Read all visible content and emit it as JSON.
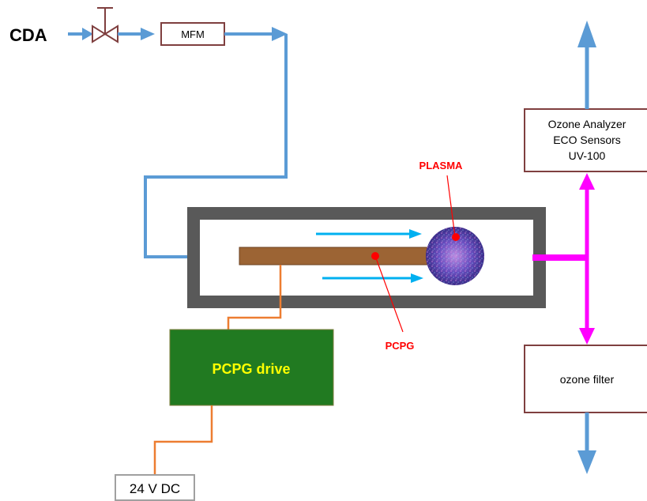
{
  "labels": {
    "cda": "CDA",
    "mfm": "MFM",
    "ozone_analyzer_line1": "Ozone Analyzer",
    "ozone_analyzer_line2": "ECO Sensors",
    "ozone_analyzer_line3": "UV-100",
    "plasma": "PLASMA",
    "pcpg": "PCPG",
    "pcpg_drive": "PCPG drive",
    "ozone_filter": "ozone filter",
    "power_supply": "24 V DC"
  },
  "colors": {
    "gas_line": "#5b9bd5",
    "flow_arrow": "#00b0f0",
    "ozone_line": "#ff00ff",
    "electrical_wire": "#ed7d31",
    "instrument_border": "#7f3f3f",
    "chamber_wall": "#595959",
    "electrode": "#9c6434",
    "drive_fill": "#217a21",
    "drive_text": "#ffff00",
    "annotation": "#ff0000",
    "plasma": "#5a4aa8"
  },
  "icons": {
    "valve": "needle-valve-icon",
    "plasma_glow": "plasma-glow-icon"
  }
}
